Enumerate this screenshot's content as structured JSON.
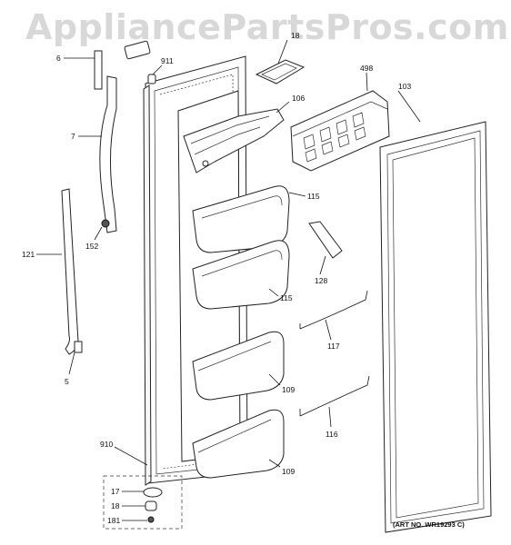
{
  "watermark": "AppliancePartsPros.com",
  "art_number": "(ART NO. WR19293 C)",
  "callouts": [
    {
      "id": "6",
      "text": "6"
    },
    {
      "id": "7",
      "text": "7"
    },
    {
      "id": "121",
      "text": "121"
    },
    {
      "id": "152",
      "text": "152"
    },
    {
      "id": "5",
      "text": "5"
    },
    {
      "id": "911",
      "text": "911"
    },
    {
      "id": "18-top",
      "text": "18"
    },
    {
      "id": "498",
      "text": "498"
    },
    {
      "id": "103",
      "text": "103"
    },
    {
      "id": "106",
      "text": "106"
    },
    {
      "id": "115-a",
      "text": "115"
    },
    {
      "id": "115-b",
      "text": "115"
    },
    {
      "id": "128",
      "text": "128"
    },
    {
      "id": "117",
      "text": "117"
    },
    {
      "id": "109-a",
      "text": "109"
    },
    {
      "id": "109-b",
      "text": "109"
    },
    {
      "id": "116",
      "text": "116"
    },
    {
      "id": "910",
      "text": "910"
    },
    {
      "id": "17",
      "text": "17"
    },
    {
      "id": "18-bottom",
      "text": "18"
    },
    {
      "id": "181",
      "text": "181"
    }
  ]
}
